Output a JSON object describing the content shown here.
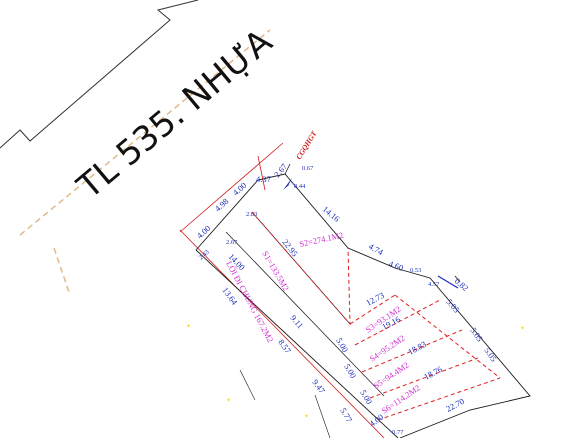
{
  "road": {
    "name": "TL 535. NHỰA"
  },
  "marker": {
    "label": "CGQHGT"
  },
  "lots": {
    "s1": "S1=133.5M2",
    "s2": "S2=274.1M2",
    "s3": "S3=93.1M2",
    "s4": "S4=95.2M2",
    "s5": "S5=94.4M2",
    "s6": "S6=114.2M2",
    "alley": "LỐI ĐI CHUNG 167.2M2"
  },
  "dims": {
    "d_067": "0.67",
    "d_044": "0.44",
    "d_267": "2.67",
    "d_437": "4.37",
    "d_400a": "4.00",
    "d_498": "4.98",
    "d_283": "2.83",
    "d_400b": "4.00",
    "d_267b": "2.67",
    "d_243": "2.43",
    "d_1416": "14.16",
    "d_2295": "22.95",
    "d_474": "4.74",
    "d_460": "4.60",
    "d_053": "0.53",
    "d_457": "4.57",
    "d_082": "0.82",
    "d_1400": "14.00",
    "d_1364": "13.64",
    "d_1273": "12.73",
    "d_505a": "5.05",
    "d_1916": "19.16",
    "d_911": "9.11",
    "d_500a": "5.00",
    "d_505b": "5.05",
    "d_857": "8.57",
    "d_1883": "18.83",
    "d_500b": "5.00",
    "d_505c": "5.05",
    "d_1876": "18.76",
    "d_947": "9.47",
    "d_500c": "5.00",
    "d_577": "5.77",
    "d_2270": "22.70",
    "d_400c": "4.00",
    "d_077": "0.77"
  },
  "colors": {
    "boundary": "#1a1a1a",
    "dimension": "#1c2fb8",
    "setback": "#d01a1a",
    "area": "#d22fd2",
    "road_edge": "#e0b98a"
  }
}
